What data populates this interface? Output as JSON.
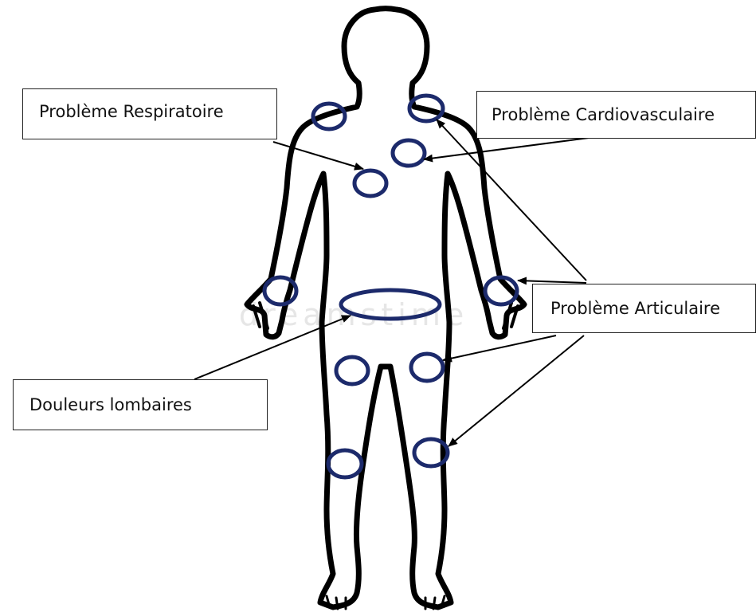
{
  "labels": {
    "respiratoire": "Problème Respiratoire",
    "cardiovasculaire": "Problème Cardiovasculaire",
    "articulaire": "Problème Articulaire",
    "lombaires": "Douleurs lombaires"
  },
  "watermark": "dreamstime",
  "colors": {
    "marker": "#1c2a6b",
    "outline": "#000000",
    "arrow": "#000000"
  }
}
